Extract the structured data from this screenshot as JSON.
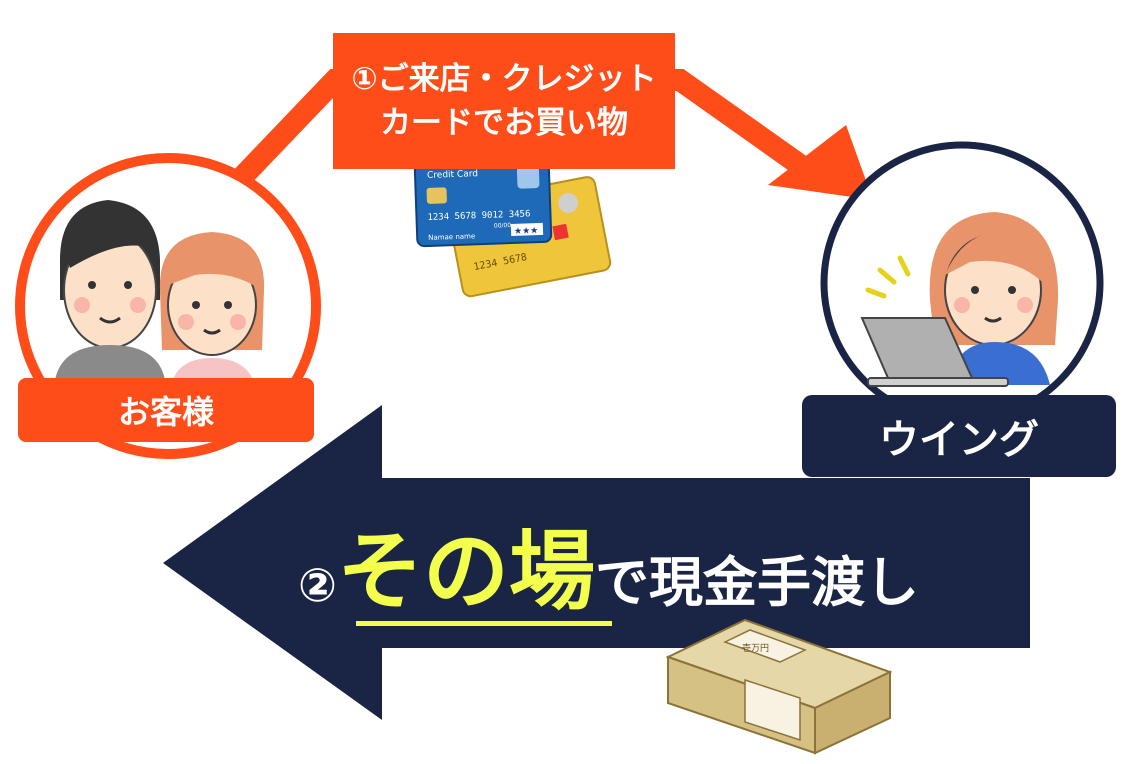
{
  "step1": {
    "line1": "①ご来店・クレジット",
    "line2": "カードでお買い物"
  },
  "customer": {
    "label": "お客様"
  },
  "wing": {
    "label": "ウイング"
  },
  "step2": {
    "number": "②",
    "highlight": "その場",
    "rest": "で現金手渡し"
  },
  "credit_card_front": {
    "brand": "Credit Card",
    "number": "1234  5678  9012  3456",
    "expiry": "00/00",
    "name": "Namae name"
  },
  "credit_card_back": {
    "number": "1234  5678"
  },
  "cash_band": "壱万円",
  "colors": {
    "orange": "#ff4d1a",
    "navy": "#1a2444",
    "highlight": "#f2ff4d",
    "white": "#ffffff"
  }
}
